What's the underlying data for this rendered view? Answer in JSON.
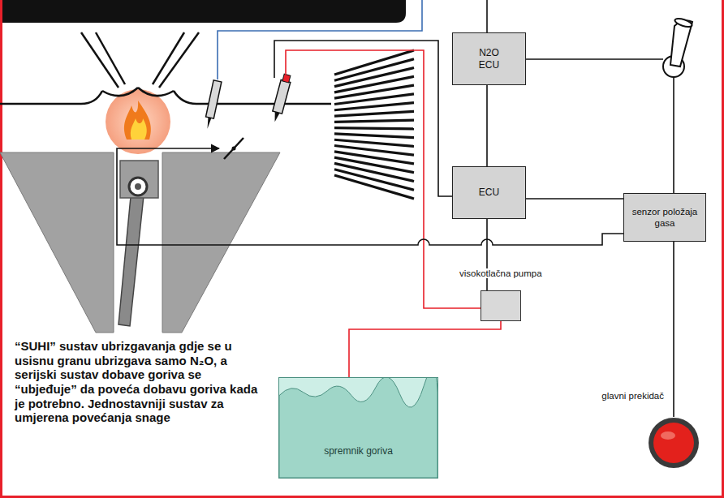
{
  "diagram": {
    "caption": "“SUHI” sustav ubrizgavanja gdje se u usisnu granu ubrizgava samo N₂O, a serijski sustav dobave goriva se “ubjeđuje” da poveća dobavu goriva kada je potrebno. Jednostavniji sustav za umjerena povećanja snage",
    "nodes": [
      {
        "text": [
          "N2O ECU"
        ]
      },
      {
        "text": [
          "ECU"
        ]
      },
      {
        "text": [
          "senzor položaja gasa"
        ]
      },
      {
        "text": [
          "visokotlačna pumpa"
        ]
      },
      {
        "text": [
          "spremnik goriva"
        ]
      },
      {
        "text": [
          "glavni prekidač"
        ]
      }
    ],
    "edges": [
      {
        "from": 0,
        "to": 1,
        "arrow": "none"
      },
      {
        "from": 1,
        "to": 2,
        "arrow": "none"
      },
      {
        "from": 1,
        "to": 3,
        "arrow": "none"
      },
      {
        "from": 3,
        "to": 4,
        "arrow": "none"
      },
      {
        "from": 2,
        "to": 5,
        "arrow": "none"
      }
    ]
  }
}
